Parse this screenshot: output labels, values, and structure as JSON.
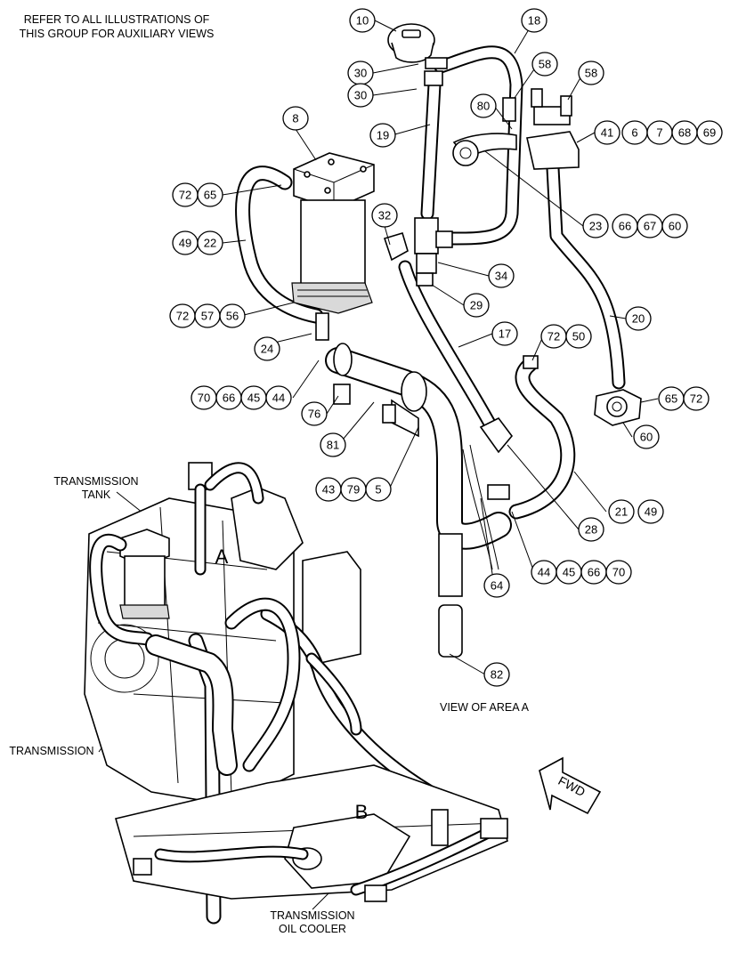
{
  "header_note": [
    "REFER TO ALL ILLUSTRATIONS OF",
    "THIS GROUP FOR AUXILIARY VIEWS"
  ],
  "view_caption": "VIEW OF AREA A",
  "component_labels": {
    "transmission_tank": [
      "TRANSMISSION",
      "TANK"
    ],
    "transmission": "TRANSMISSION",
    "transmission_oil_cooler": [
      "TRANSMISSION",
      "OIL COOLER"
    ]
  },
  "area_labels": {
    "a": "A",
    "b": "B"
  },
  "direction_arrow": "FWD",
  "callouts": {
    "c10": "10",
    "c18": "18",
    "c30a": "30",
    "c30b": "30",
    "c58a": "58",
    "c58b": "58",
    "c80": "80",
    "c19": "19",
    "c41": "41",
    "c6": "6",
    "c7": "7",
    "c68": "68",
    "c69": "69",
    "c8": "8",
    "c72a": "72",
    "c65a": "65",
    "c23": "23",
    "c66a": "66",
    "c67": "67",
    "c60a": "60",
    "c32": "32",
    "c49a": "49",
    "c22": "22",
    "c34": "34",
    "c29": "29",
    "c72b": "72",
    "c57": "57",
    "c56": "56",
    "c20": "20",
    "c17": "17",
    "c24": "24",
    "c72c": "72",
    "c50": "50",
    "c70a": "70",
    "c66b": "66",
    "c45a": "45",
    "c44a": "44",
    "c65b": "65",
    "c72d": "72",
    "c76": "76",
    "c60b": "60",
    "c81": "81",
    "c43": "43",
    "c79": "79",
    "c5": "5",
    "c21": "21",
    "c49b": "49",
    "c28": "28",
    "c44b": "44",
    "c45b": "45",
    "c66c": "66",
    "c70b": "70",
    "c64": "64",
    "c82": "82"
  }
}
